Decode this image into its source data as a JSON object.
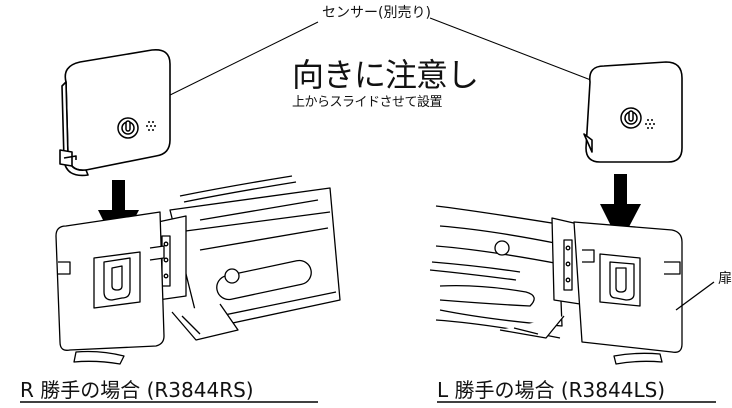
{
  "labels": {
    "sensor": "センサー(別売り)",
    "title": "向きに注意し",
    "subtitle": "上からスライドさせて設置",
    "caption_right_hand": "R 勝手の場合 (R3844RS)",
    "caption_left_hand": "L 勝手の場合 (R3844LS)",
    "edge_fragment": "扉"
  },
  "icons": {
    "sensor_button": "power-button-icon",
    "sensor_indicator": "dots-indicator-icon",
    "direction_arrow": "down-arrow-icon"
  },
  "colors": {
    "line": "#000000",
    "background": "#ffffff"
  }
}
